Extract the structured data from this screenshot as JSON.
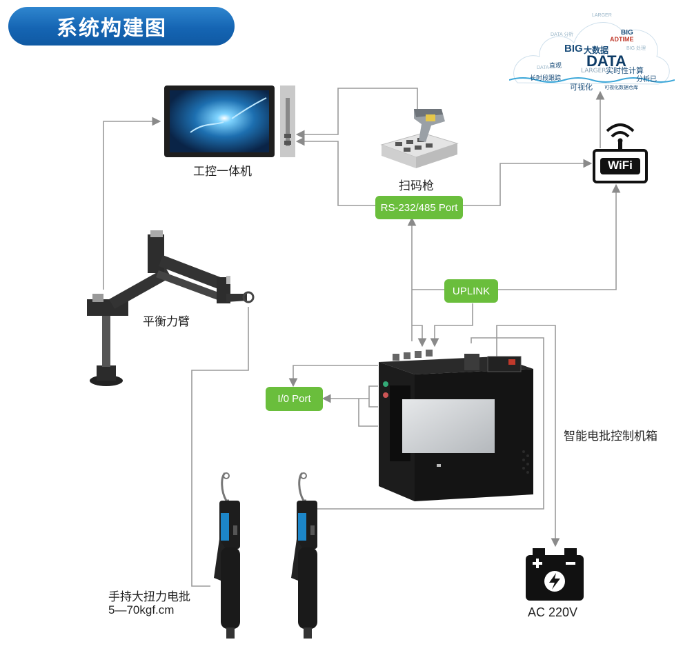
{
  "title": "系统构建图",
  "labels": {
    "panel_pc": "工控一体机",
    "scanner": "扫码枪",
    "balance_arm": "平衡力臂",
    "controller": "智能电批控制机箱",
    "screwdriver_line1": "手持大扭力电批",
    "screwdriver_line2": "5—70kgf.cm",
    "power": "AC 220V"
  },
  "ports": {
    "rs": "RS-232/485 Port",
    "uplink": "UPLINK",
    "io": "I/0 Port"
  },
  "cloud": {
    "big1": "BIG",
    "data": "DATA",
    "adtime": "ADTIME",
    "big2": "BIG",
    "realtime": "实时性计算",
    "analysis": "分析已",
    "longtrack": "长时段跟踪",
    "visual": "可视化",
    "db": "可视化数据仓库",
    "larger": "LARGER",
    "shuju": "大数据",
    "zhiguan": "直观"
  },
  "wifi_badge": "WiFi",
  "colors": {
    "title_bg": "#1565b3",
    "port_green": "#6abe3c",
    "line_gray": "#8a8a8a"
  }
}
